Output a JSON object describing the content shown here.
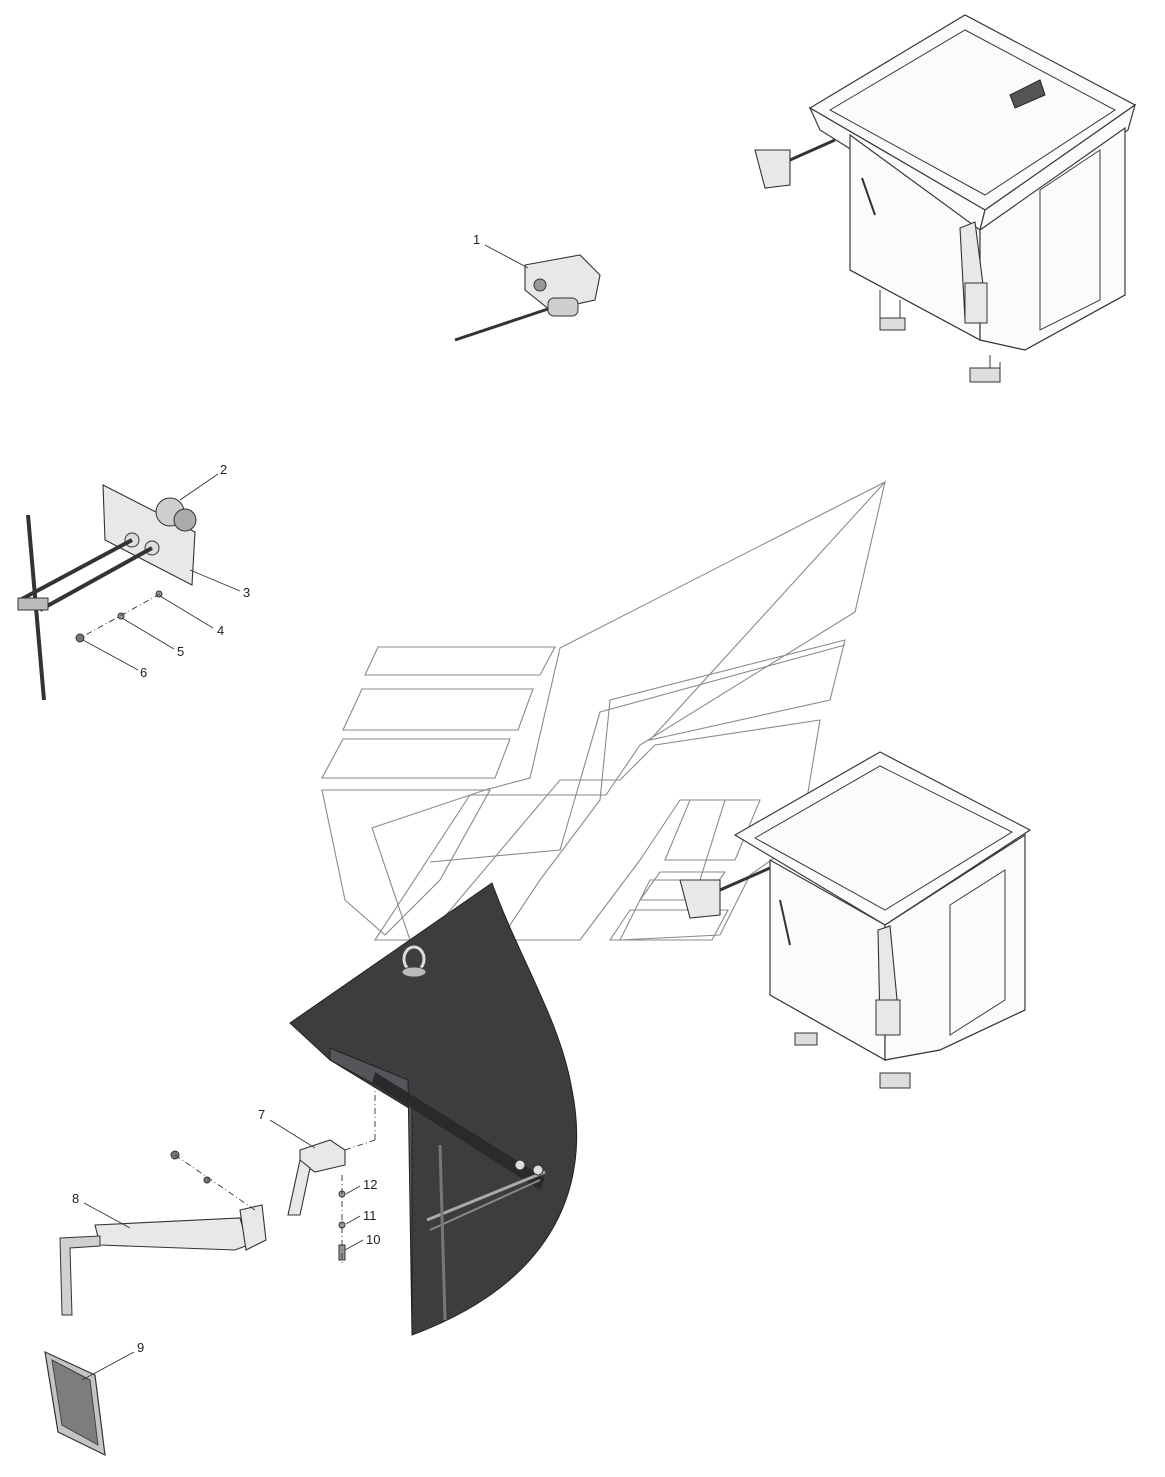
{
  "callouts": [
    {
      "id": "1",
      "label": "1"
    },
    {
      "id": "2",
      "label": "2"
    },
    {
      "id": "3",
      "label": "3"
    },
    {
      "id": "4",
      "label": "4"
    },
    {
      "id": "5",
      "label": "5"
    },
    {
      "id": "6",
      "label": "6"
    },
    {
      "id": "7",
      "label": "7"
    },
    {
      "id": "8",
      "label": "8"
    },
    {
      "id": "9",
      "label": "9"
    },
    {
      "id": "10",
      "label": "10"
    },
    {
      "id": "11",
      "label": "11"
    },
    {
      "id": "12",
      "label": "12"
    }
  ],
  "colors": {
    "background": "#ffffff",
    "ink": "#333333",
    "cab_panel": "#3d3d3f",
    "watermark": "#8a8a8a"
  }
}
